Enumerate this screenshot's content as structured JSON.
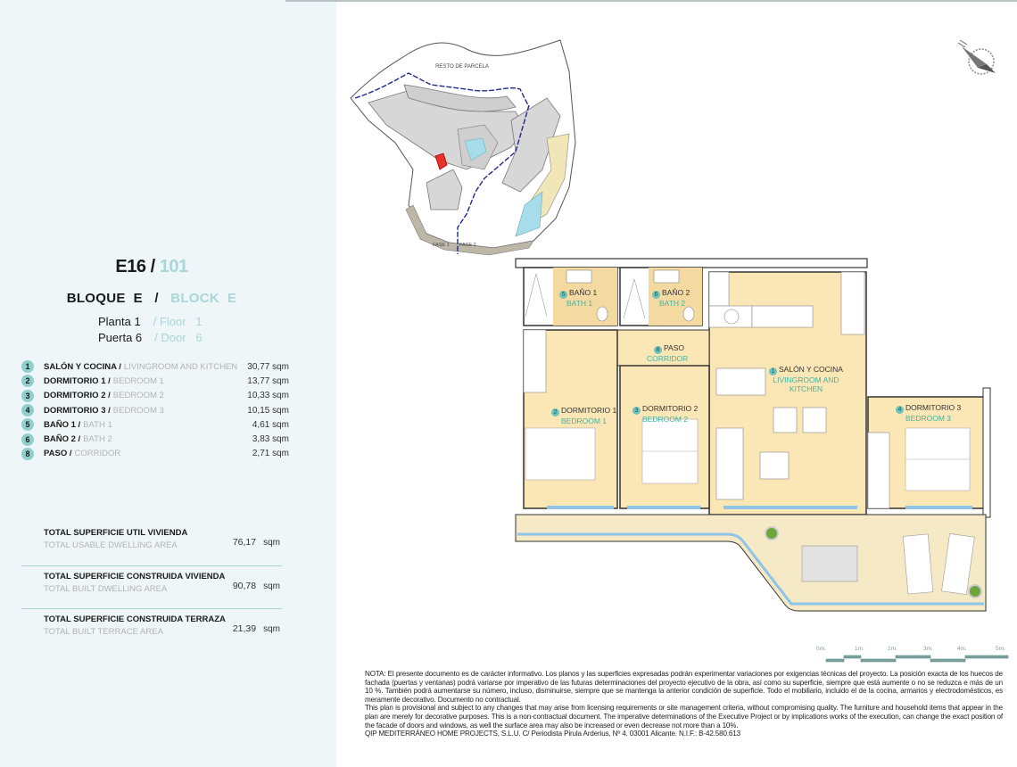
{
  "unit": {
    "code": "E16",
    "separator": "/",
    "number": "101"
  },
  "block": {
    "es": "BLOQUE  E",
    "separator": "/",
    "en": "BLOCK  E"
  },
  "floor": {
    "es": "Planta 1",
    "en": "/ Floor   1"
  },
  "door": {
    "es": "Puerta 6",
    "en": "/ Door   6"
  },
  "rooms": [
    {
      "num": "1",
      "es": "SALÓN Y COCINA /",
      "en": "LIVINGROOM AND KITCHEN",
      "area": "30,77 sqm"
    },
    {
      "num": "2",
      "es": "DORMITORIO 1 /",
      "en": "BEDROOM 1",
      "area": "13,77 sqm"
    },
    {
      "num": "3",
      "es": "DORMITORIO 2 /",
      "en": "BEDROOM 2",
      "area": "10,33 sqm"
    },
    {
      "num": "4",
      "es": "DORMITORIO 3 /",
      "en": "BEDROOM 3",
      "area": "10,15 sqm"
    },
    {
      "num": "5",
      "es": "BAÑO 1 /",
      "en": "BATH 1",
      "area": "4,61 sqm"
    },
    {
      "num": "6",
      "es": "BAÑO 2 /",
      "en": "BATH 2",
      "area": "3,83 sqm"
    },
    {
      "num": "8",
      "es": "PASO /",
      "en": "CORRIDOR",
      "area": "2,71 sqm"
    }
  ],
  "totals": [
    {
      "es": "TOTAL SUPERFICIE UTIL VIVIENDA",
      "en": "TOTAL USABLE DWELLING AREA",
      "value": "76,17",
      "unit": "sqm"
    },
    {
      "es": "TOTAL SUPERFICIE CONSTRUIDA VIVIENDA",
      "en": "TOTAL BUILT DWELLING AREA",
      "value": "90,78",
      "unit": "sqm"
    },
    {
      "es": "TOTAL SUPERFICIE CONSTRUIDA TERRAZA",
      "en": "TOTAL BUILT TERRACE AREA",
      "value": "21,39",
      "unit": "sqm"
    }
  ],
  "site_plan": {
    "label_top": "RESTO DE PARCELA",
    "phase_1": "FASE 1",
    "phase_2": "FASE 2",
    "highlight_color": "#e8332a"
  },
  "floorplan_labels": {
    "bath1": {
      "num": "5",
      "es": "BAÑO 1",
      "en": "BATH 1"
    },
    "bath2": {
      "num": "6",
      "es": "BAÑO 2",
      "en": "BATH 2"
    },
    "corridor": {
      "num": "8",
      "es": "PASO",
      "en": "CORRIDOR"
    },
    "living": {
      "num": "1",
      "es": "SALÓN Y COCINA",
      "en1": "LIVINGROOM AND",
      "en2": "KITCHEN"
    },
    "bed1": {
      "num": "2",
      "es": "DORMITORIO 1",
      "en": "BEDROOM 1"
    },
    "bed2": {
      "num": "3",
      "es": "DORMITORIO 2",
      "en": "BEDROOM 2"
    },
    "bed3": {
      "num": "4",
      "es": "DORMITORIO 3",
      "en": "BEDROOM 3"
    }
  },
  "scale": {
    "labels": [
      "0m.",
      "1m.",
      "2m.",
      "3m.",
      "4m.",
      "5m."
    ]
  },
  "note": {
    "es": "NOTA: El presente documento es de carácter informativo. Los planos y las superficies expresadas podrán experimentar variaciones por exigencias técnicas del proyecto. La posición exacta de los huecos de fachada (puertas y ventanas) podrá variarse por imperativo de las futuras determinaciones del proyecto ejecutivo de la obra, así como su superficie, siempre que está aumente o no se reduzca e más de un 10 %. También podrá aumentarse su número, incluso, disminuirse, siempre que se mantenga la anterior condición de superficie. Todo el mobiliario, incluido el de la cocina, armarios y electrodomésticos, es meramente decorativo. Documento no contractual.",
    "en": "This plan is provisional and subject to any changes that may arise from licensing requirements or site management criteria, without compromising quality. The furniture and household items that appear in the plan are merely for decorative purposes. This is a non-contractual document. The imperative determinations of the Executive Project or by implications works of the execution, can change the exact position of the facade of doors and windows, as well the surface area may also be increased or even decrease not more than a 10%.",
    "company": "QIP MEDITERRÁNEO HOME PROJECTS, S.L.U. C/ Periodista Pirula Arderius, Nº 4. 03001 Alicante. N.I.F.: B-42.580.613"
  },
  "colors": {
    "panel_bg": "#eef6f8",
    "accent_teal": "#a9d6d8",
    "badge": "#8fcfcc",
    "room_fill": "#fbe7b5",
    "bath_fill": "#f4d9a0",
    "terrace_fill": "#f6e9c6",
    "glass": "#8ec4e8"
  }
}
